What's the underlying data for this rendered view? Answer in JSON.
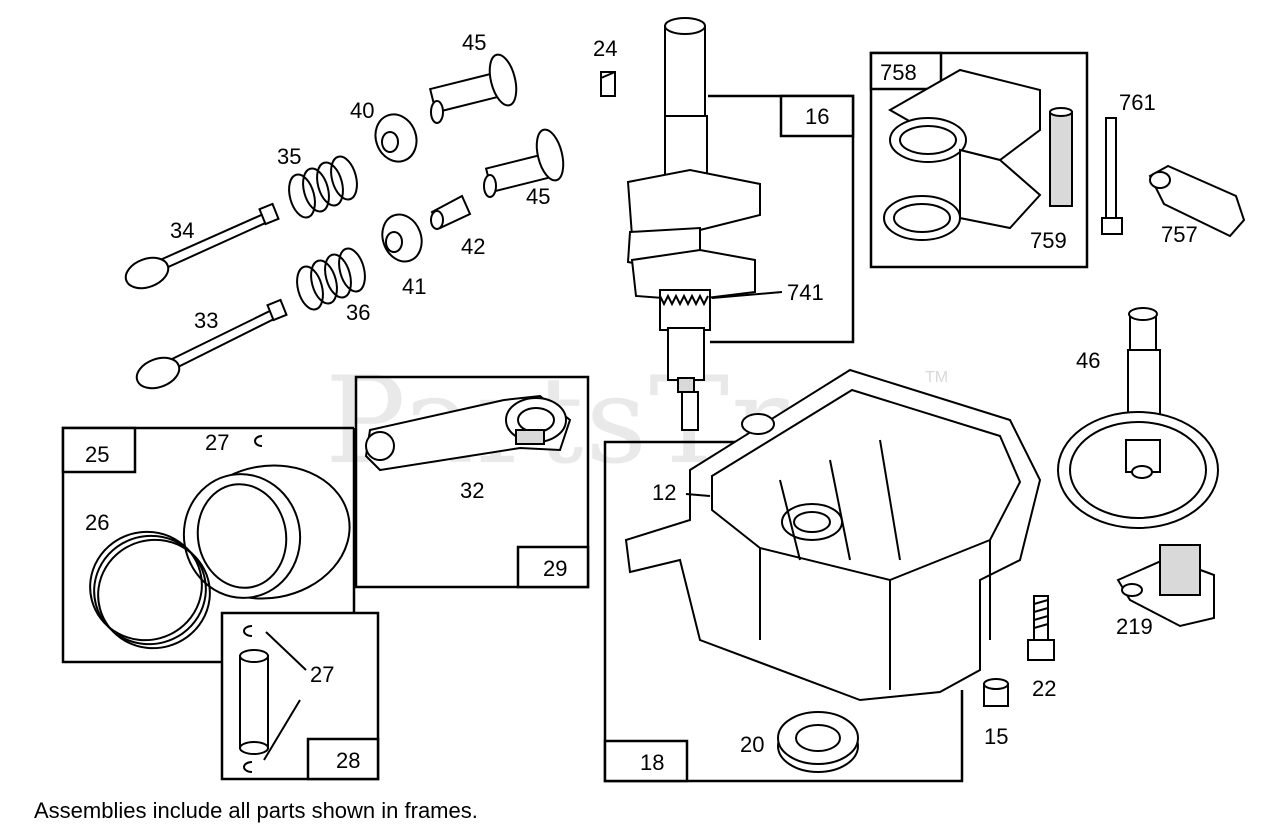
{
  "watermark": {
    "text": "PartsTree",
    "tm": "TM"
  },
  "caption": "Assemblies include all parts shown in frames.",
  "labels": {
    "p45a": "45",
    "p45b": "45",
    "p24": "24",
    "p40": "40",
    "p35": "35",
    "p34": "34",
    "p42": "42",
    "p41": "41",
    "p33": "33",
    "p36": "36",
    "p741": "741",
    "p761": "761",
    "p759": "759",
    "p757": "757",
    "p46": "46",
    "p27a": "27",
    "p27b": "27",
    "p26": "26",
    "p32": "32",
    "p12": "12",
    "p219": "219",
    "p22": "22",
    "p15": "15",
    "p20": "20"
  },
  "frames": {
    "f16": "16",
    "f758": "758",
    "f25": "25",
    "f29": "29",
    "f28": "28",
    "f18": "18"
  }
}
